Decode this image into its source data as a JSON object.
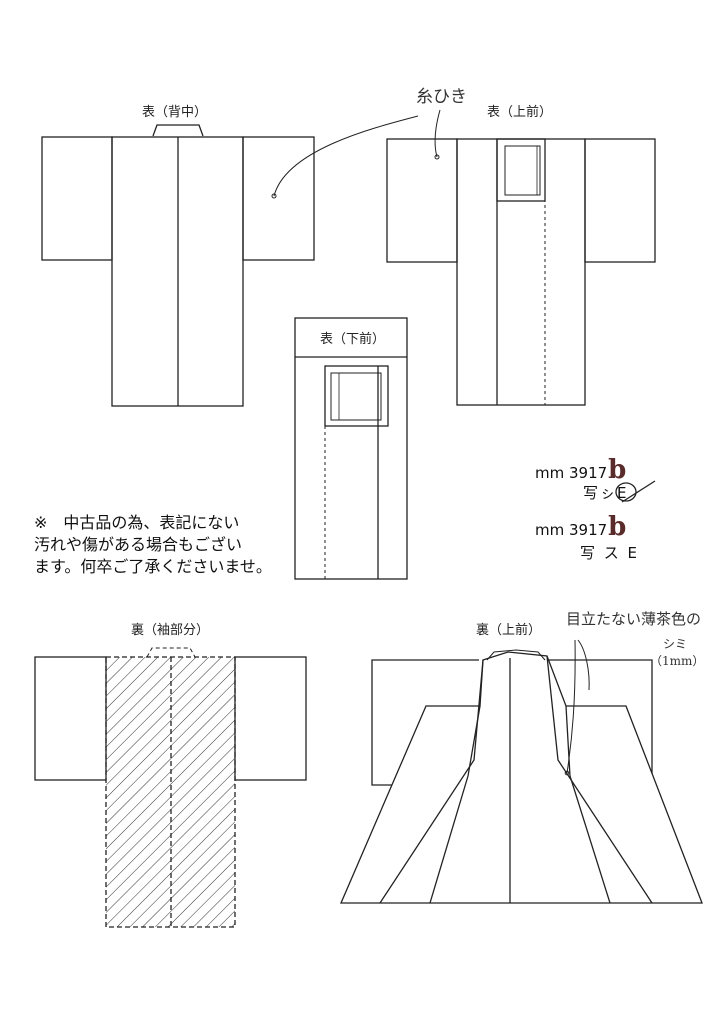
{
  "labels": {
    "front_back": "表（背中）",
    "front_upper": "表（上前）",
    "front_lower": "表（下前）",
    "lining_sleeve": "裏（袖部分）",
    "lining_upper": "裏（上前）"
  },
  "handwritten": {
    "thread_pull": "糸ひき",
    "stain_note": "目立たない薄茶色の",
    "stain_word": "シミ",
    "stain_size": "（1mm）"
  },
  "note": {
    "line1": "※　中古品の為、表記にない",
    "line2": "汚れや傷がある場合もござい",
    "line3": "ます。何卒ご了承くださいませ。"
  },
  "codes": {
    "code1_prefix": "mm 3917",
    "code1_suffix": "b",
    "code1_sub": "写ㇱE",
    "code2_prefix": "mm 3917",
    "code2_suffix": "b",
    "code2_sub": "写 ス E"
  }
}
